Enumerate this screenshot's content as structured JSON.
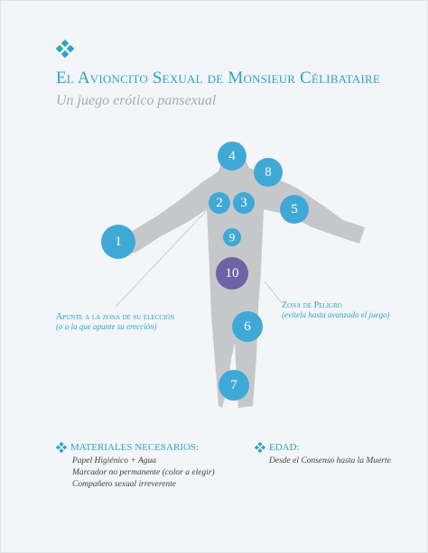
{
  "header": {
    "title": "El Avioncito Sexual de Monsieur Célibataire",
    "subtitle": "Un juego erótico pansexual"
  },
  "colors": {
    "accent": "#2aa3c8",
    "circle": "#3fa9d6",
    "danger_circle": "#6e63a6",
    "body": "#c6c7cb",
    "background": "#f4f5f8"
  },
  "icons": {
    "logo": "diamond-cluster-icon"
  },
  "zones": [
    {
      "id": "zone-1",
      "label": "1"
    },
    {
      "id": "zone-2",
      "label": "2"
    },
    {
      "id": "zone-3",
      "label": "3"
    },
    {
      "id": "zone-4",
      "label": "4"
    },
    {
      "id": "zone-5",
      "label": "5"
    },
    {
      "id": "zone-6",
      "label": "6"
    },
    {
      "id": "zone-7",
      "label": "7"
    },
    {
      "id": "zone-8",
      "label": "8"
    },
    {
      "id": "zone-9",
      "label": "9"
    },
    {
      "id": "zone-10",
      "label": "10"
    }
  ],
  "annotations": {
    "aim": {
      "heading": "Apunte a la zona de su elección",
      "note": "(o a la que apunte su erección)"
    },
    "danger": {
      "heading": "Zona de Peligro",
      "note": "(evítela hasta avanzado el juego)"
    }
  },
  "materials": {
    "heading": "MATERIALES NECESARIOS:",
    "items": [
      "Papel Higiénico + Agua",
      "Marcador no permanente (color a elegir)",
      "Compañero sexual irreverente"
    ]
  },
  "age": {
    "heading": "EDAD:",
    "value": "Desde el Consenso hasta la Muerte"
  }
}
